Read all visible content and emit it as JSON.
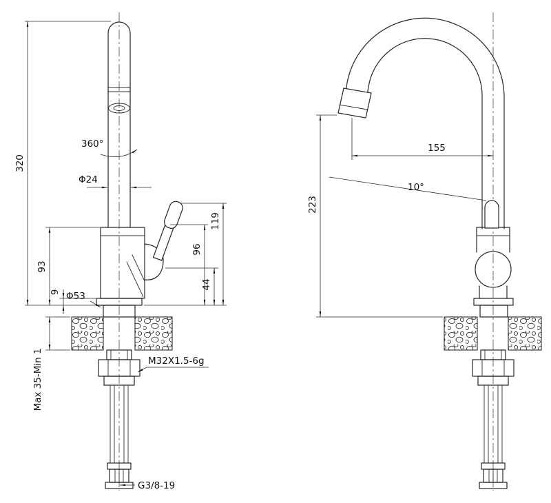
{
  "colors": {
    "ink": "#2b2b2b",
    "background": "#ffffff"
  },
  "labels": {
    "dim_320": "320",
    "dim_360": "360°",
    "dim_phi24": "Φ24",
    "dim_93": "93",
    "dim_9": "9",
    "dim_phi53": "Φ53",
    "dim_max_min": "Max 35-Min 1",
    "dim_m32": "M32X1.5-6g",
    "dim_g38": "G3/8-19",
    "dim_96": "96",
    "dim_119": "119",
    "dim_44": "44",
    "dim_155": "155",
    "dim_10deg": "10°",
    "dim_223": "223"
  }
}
